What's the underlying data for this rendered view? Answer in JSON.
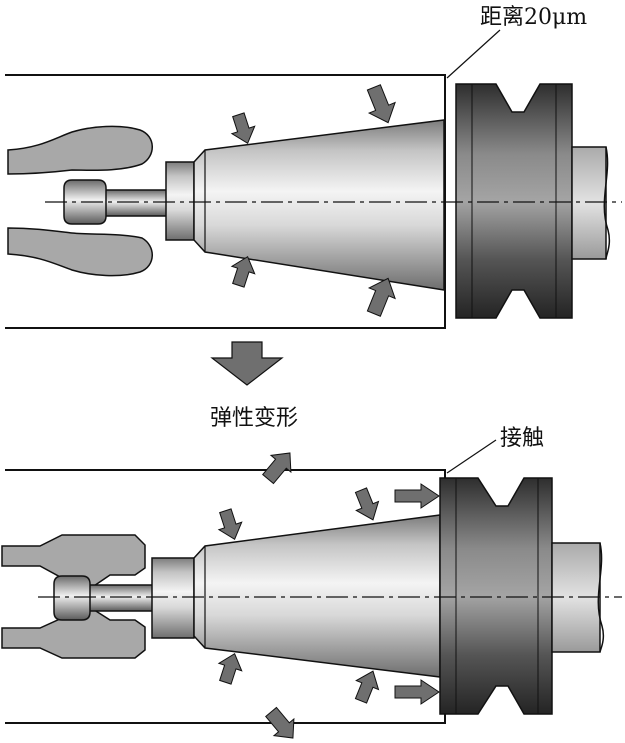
{
  "labels": {
    "gap": "距离20μm",
    "elastic_deformation": "弹性变形",
    "contact": "接触"
  },
  "colors": {
    "stroke": "#111111",
    "arrow_fill": "#6f6f6f",
    "gripper_fill": "#a8a8a8",
    "shaft_fill": "#cfcfcf",
    "background": "#ffffff"
  }
}
